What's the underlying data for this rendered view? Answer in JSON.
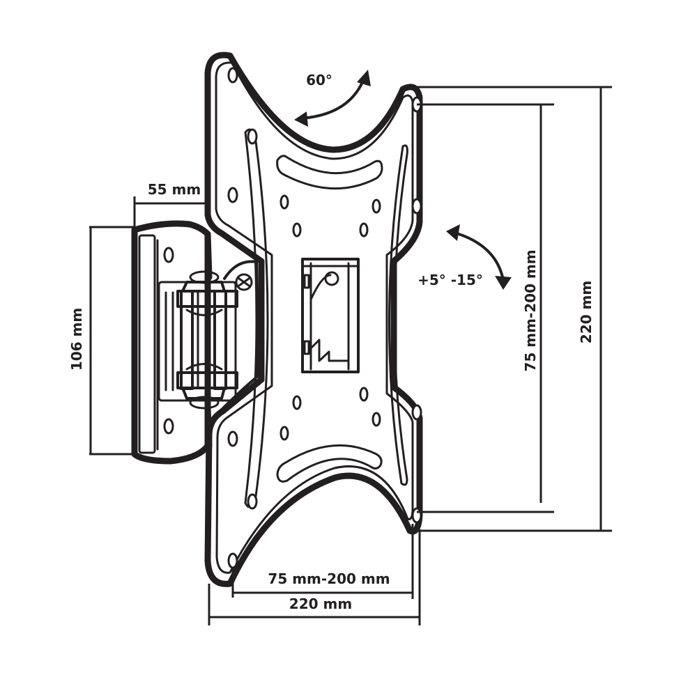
{
  "labels": {
    "swivel_angle": "60°",
    "tilt_angle": "+5° -15°",
    "depth": "55 mm",
    "wall_plate_height": "106 mm",
    "vesa_height_range": "75 mm-200 mm",
    "plate_height": "220 mm",
    "vesa_width_range": "75 mm-200 mm",
    "plate_width": "220 mm"
  },
  "colors": {
    "line": "#231f20",
    "background": "#ffffff"
  }
}
